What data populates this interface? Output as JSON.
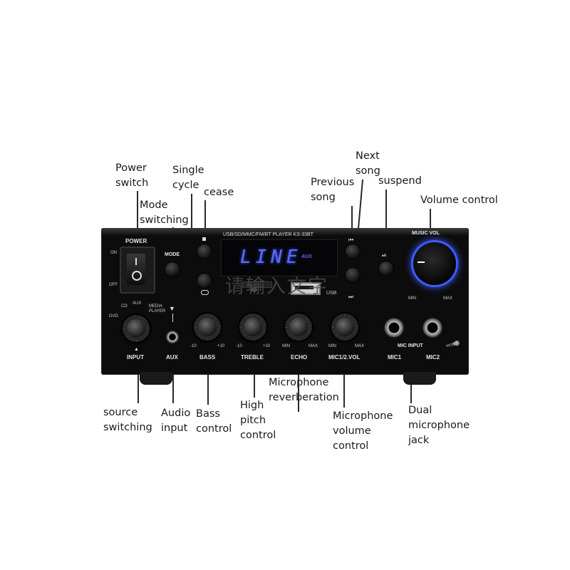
{
  "callouts": {
    "power_switch": "Power\nswitch",
    "mode_switching": "Mode\nswitching",
    "single_cycle": "Single\ncycle",
    "cease": "cease",
    "previous_song": "Previous\nsong",
    "next_song": "Next\nsong",
    "suspend": "suspend",
    "volume_control": "Volume control",
    "source_switching": "source\nswitching",
    "audio_input": "Audio\ninput",
    "bass_control": "Bass\ncontrol",
    "high_pitch_control": "High\npitch\ncontrol",
    "microphone_reverberation": "Microphone\nreverberation",
    "microphone_volume_control": "Microphone\nvolume\ncontrol",
    "dual_microphone_jack": "Dual\nmicrophone\njack"
  },
  "panel": {
    "power_label": "POWER",
    "on_label": "ON",
    "off_label": "OFF",
    "mode_label": "MODE",
    "model_line": "USB/SD/MMC/FM/BT PLAYER  KS-33BT",
    "display_text": "LINE",
    "display_small": "AUX",
    "usb_label": "USB",
    "sd_label": "SD",
    "music_vol_label": "MUSIC VOL",
    "min_label": "MIN",
    "max_label": "MAX",
    "input_cd": "CD",
    "input_aux": "AUX",
    "input_media": "MEDIA\nPLAYER",
    "input_dvd": "DVD",
    "input_label": "INPUT",
    "aux_label": "AUX",
    "bass_label": "BASS",
    "treble_label": "TREBLE",
    "echo_label": "ECHO",
    "mic_vol_label": "MIC1/2.VOL",
    "minus10": "-10",
    "plus10": "+10",
    "mic_input_label": "MIC INPUT",
    "mic1_label": "MIC1",
    "mic2_label": "MIC2",
    "watermark": "请输入文字"
  },
  "colors": {
    "display_blue": "#5a6cff",
    "volume_glow": "#3d5cff",
    "panel_black": "#0c0c0c"
  }
}
